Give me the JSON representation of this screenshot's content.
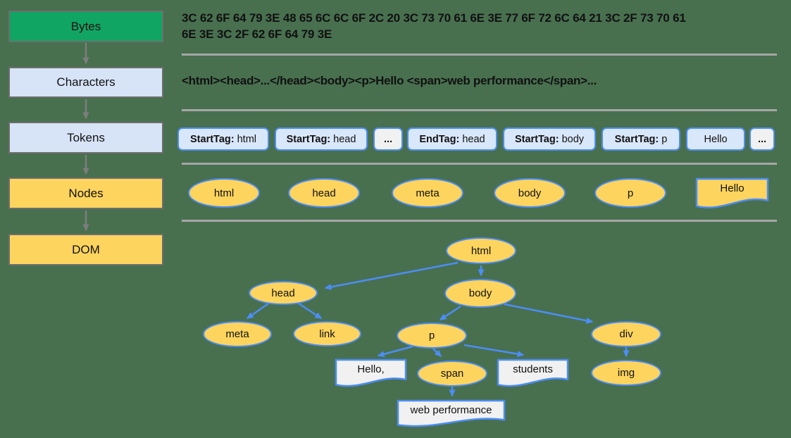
{
  "colors": {
    "background": "#48704F",
    "bytes_green": "#11A563",
    "light_blue_box": "#D7E4F7",
    "token_fill": "#D9E7FB",
    "node_yellow": "#FCD45E",
    "blue_stroke": "#4C8DF6",
    "gray_border": "#6E6E6E",
    "divider_gray": "#A6A6A6",
    "text_node_fill": "#F1F1F1"
  },
  "pipeline": {
    "stages": [
      {
        "label": "Bytes"
      },
      {
        "label": "Characters"
      },
      {
        "label": "Tokens"
      },
      {
        "label": "Nodes"
      },
      {
        "label": "DOM"
      }
    ]
  },
  "bytes_row": {
    "line1": "3C 62 6F 64 79 3E 48 65 6C 6C 6F 2C 20 3C 73 70 61 6E 3E 77 6F 72 6C 64 21 3C 2F 73 70 61",
    "line2": "6E 3E 3C 2F 62 6F 64 79 3E"
  },
  "characters_row": {
    "text": "<html><head>...</head><body><p>Hello <span>web performance</span>..."
  },
  "tokens_row": {
    "items": [
      {
        "bold": "StartTag:",
        "value": " html"
      },
      {
        "bold": "StartTag:",
        "value": " head"
      },
      {
        "bold": "...",
        "value": ""
      },
      {
        "bold": "EndTag:",
        "value": " head"
      },
      {
        "bold": "StartTag:",
        "value": " body"
      },
      {
        "bold": "StartTag:",
        "value": " p"
      },
      {
        "bold": "",
        "value": "Hello"
      },
      {
        "bold": "...",
        "value": ""
      }
    ]
  },
  "nodes_row": {
    "items": [
      {
        "label": "html",
        "shape": "ellipse"
      },
      {
        "label": "head",
        "shape": "ellipse"
      },
      {
        "label": "meta",
        "shape": "ellipse"
      },
      {
        "label": "body",
        "shape": "ellipse"
      },
      {
        "label": "p",
        "shape": "ellipse"
      },
      {
        "label": "Hello",
        "shape": "document"
      }
    ]
  },
  "dom_tree": {
    "nodes": {
      "html": "html",
      "head": "head",
      "body": "body",
      "meta": "meta",
      "link": "link",
      "p": "p",
      "div": "div",
      "img": "img",
      "hello": "Hello,",
      "span": "span",
      "students": "students",
      "webperf": "web performance"
    },
    "edges": [
      "html-head",
      "html-body",
      "head-meta",
      "head-link",
      "body-p",
      "body-div",
      "p-hello",
      "p-span",
      "p-students",
      "span-webperf",
      "div-img"
    ]
  }
}
